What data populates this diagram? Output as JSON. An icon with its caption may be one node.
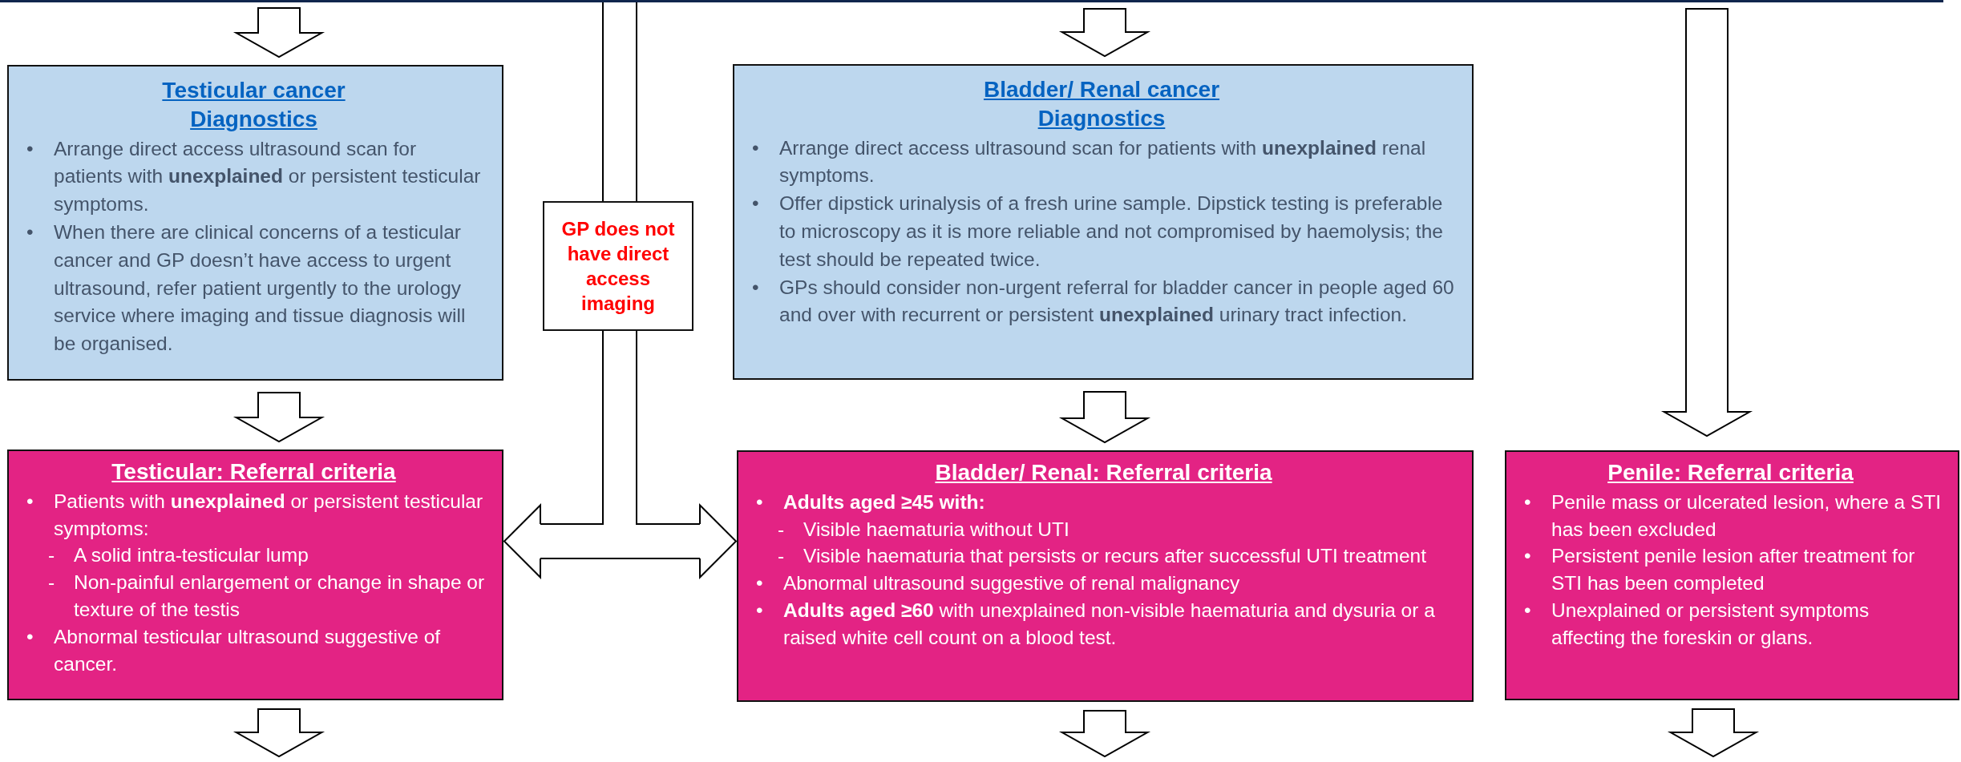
{
  "diagram": {
    "nodes": [
      {
        "text": [
          "Testicular cancer Diagnostics",
          "• Arrange direct access ultrasound scan for patients with **unexplained** or persistent testicular symptoms.",
          "• When there are clinical concerns of a testicular cancer and GP doesn’t have access to urgent ultrasound, refer patient urgently to the urology service where imaging and tissue diagnosis will be organised."
        ]
      },
      {
        "text": [
          "GP does not have direct access imaging"
        ]
      },
      {
        "text": [
          "Bladder/ Renal cancer Diagnostics",
          "• Arrange direct access ultrasound scan for patients with **unexplained** renal symptoms.",
          "• Offer dipstick urinalysis of a fresh urine sample. Dipstick testing is preferable to microscopy as it is more reliable and not compromised by haemolysis; the test should be repeated twice.",
          "• GPs should consider non-urgent referral for bladder cancer in people aged 60 and over with recurrent or persistent **unexplained** urinary tract infection."
        ]
      },
      {
        "text": [
          "Testicular: Referral criteria",
          "• Patients with **unexplained** or persistent testicular symptoms:",
          "- A solid intra-testicular lump",
          "- Non-painful enlargement or change in shape or texture of the testis",
          "• Abnormal testicular ultrasound suggestive of cancer."
        ]
      },
      {
        "text": [
          "Bladder/ Renal: Referral criteria",
          "• Adults aged ≥45 with:",
          "- Visible haematuria without UTI",
          "- Visible haematuria that persists or recurs after successful UTI treatment",
          "• Abnormal ultrasound suggestive of renal malignancy",
          "• **Adults aged ≥60** with unexplained non-visible haematuria and dysuria or a raised white cell count on a blood test."
        ]
      },
      {
        "text": [
          "Penile: Referral criteria",
          "• Penile mass or ulcerated lesion, where a STI has been excluded",
          "• Persistent penile lesion after treatment for STI has been completed",
          "• Unexplained or persistent symptoms affecting the foreskin or glans."
        ]
      }
    ],
    "edges": [
      {
        "from": null,
        "to": 0,
        "arrow": "to"
      },
      {
        "from": null,
        "to": 1,
        "arrow": "none"
      },
      {
        "from": null,
        "to": 2,
        "arrow": "to"
      },
      {
        "from": null,
        "to": 5,
        "arrow": "to"
      },
      {
        "from": 0,
        "to": 3,
        "arrow": "to"
      },
      {
        "from": 2,
        "to": 4,
        "arrow": "to"
      },
      {
        "from": 1,
        "to": 3,
        "arrow": "to"
      },
      {
        "from": 1,
        "to": 4,
        "arrow": "to"
      },
      {
        "from": 3,
        "to": null,
        "arrow": "to"
      },
      {
        "from": 4,
        "to": null,
        "arrow": "to"
      },
      {
        "from": 5,
        "to": null,
        "arrow": "to"
      }
    ]
  }
}
